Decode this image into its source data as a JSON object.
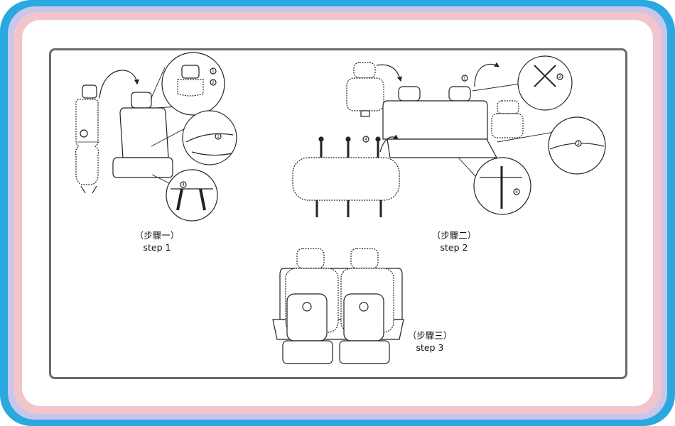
{
  "steps": [
    {
      "title": "（步驟一）",
      "label": "step 1"
    },
    {
      "title": "（步驟二）",
      "label": "step 2"
    },
    {
      "title": "（步驟三）",
      "label": "step 3"
    }
  ],
  "callout_numbers": [
    "1",
    "2",
    "3",
    "4",
    "5"
  ],
  "colors": {
    "outer_ring": "#2aa8e0",
    "middle_ring": "#c9c6ec",
    "inner_ring": "#f2c5cc",
    "panel_border": "#6b6b6b"
  }
}
